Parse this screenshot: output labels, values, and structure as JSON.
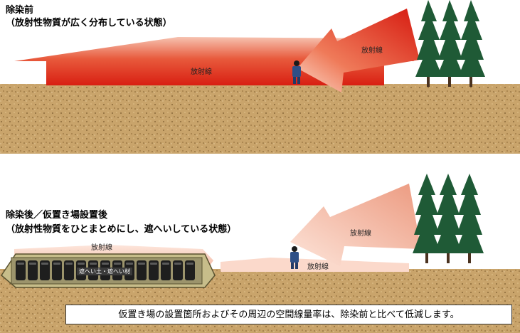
{
  "before": {
    "title": "除染前",
    "subtitle": "（放射性物質が広く分布している状態）",
    "label_radiation_area": "放射線",
    "label_radiation_forest": "放射線"
  },
  "after": {
    "title": "除染後／仮置き場設置後",
    "subtitle": "（放射性物質をひとまとめにし、遮へいしている状態）",
    "label_storage_top": "放射線",
    "label_storage_inner": "遮へい土・遮へい材",
    "label_radiation_forest": "放射線",
    "label_radiation_ground": "放射線"
  },
  "note": "仮置き場の設置箇所およびその周辺の空間線量率は、除染前と比べて低減します。",
  "colors": {
    "radiation_strong": "#e0301e",
    "radiation_light": "#f6c3b2",
    "soil": "#c9a46b",
    "tree": "#1f5a36",
    "storage_frame": "#c7bd8a",
    "bag": "#1e1e1e"
  }
}
